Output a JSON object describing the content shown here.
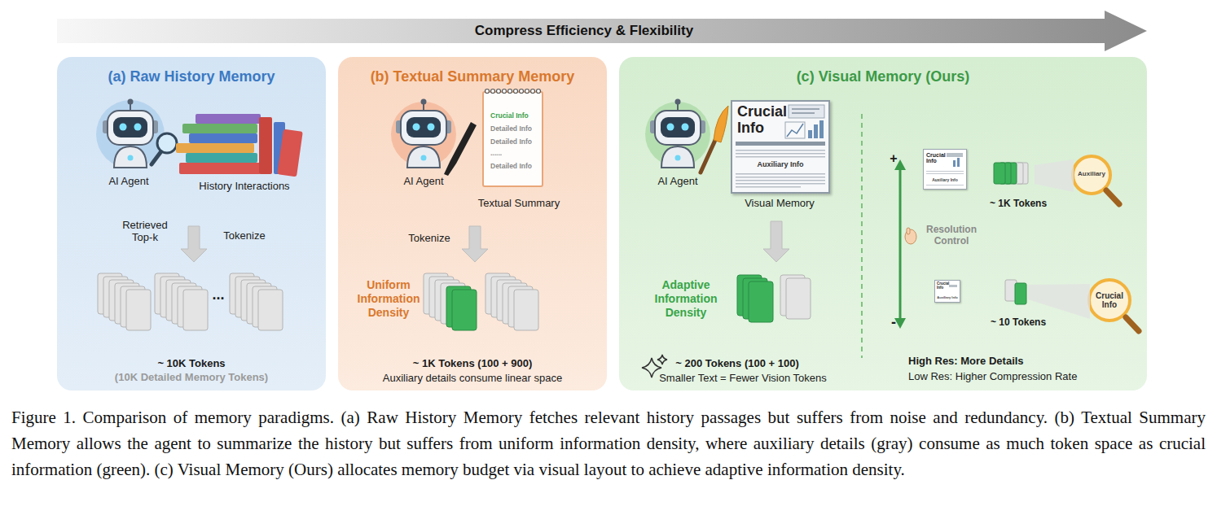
{
  "diagram": {
    "title": "Compress Efficiency & Flexibility",
    "caption": "Figure 1. Comparison of memory paradigms. (a) Raw History Memory fetches relevant history passages but suffers from noise and redundancy. (b) Textual Summary Memory allows the agent to summarize the history but suffers from uniform information density, where auxiliary details (gray) consume as much token space as crucial information (green). (c) Visual Memory (Ours) allocates memory budget via visual layout to achieve adaptive information density.",
    "nodes": [
      {
        "text": [
          "(a) Raw History Memory"
        ]
      },
      {
        "text": [
          "(b) Textual Summary Memory"
        ]
      },
      {
        "text": [
          "(c) Visual Memory (Ours)"
        ]
      },
      {
        "text": [
          "Crucial Info",
          "Detailed Info",
          "Detailed Info",
          "......",
          "Detailed Info"
        ],
        "in": 1
      },
      {
        "text": [
          "Crucial Info",
          "Auxiliary Info"
        ],
        "in": 2
      },
      {
        "text": [
          "Crucial Info",
          "Auxiliary Info"
        ],
        "in": 2
      },
      {
        "text": [
          "Auxiliary"
        ],
        "in": 2
      },
      {
        "text": [
          "Crucial Info",
          "Auxiliary Info"
        ],
        "in": 2
      },
      {
        "text": [
          "Crucial Info"
        ],
        "in": 2
      }
    ],
    "labels": [
      "AI Agent",
      "History Interactions",
      "Retrieved Top-k",
      "Tokenize",
      "...",
      "~ 10K Tokens",
      "(10K Detailed Memory Tokens)",
      "AI Agent",
      "Textual Summary",
      "Tokenize",
      "Uniform Information Density",
      "~ 1K Tokens (100 + 900)",
      "Auxiliary details consume linear space",
      "AI Agent",
      "Visual Memory",
      "Adaptive Information Density",
      "~ 200 Tokens (100 + 100)",
      "Smaller Text = Fewer Vision Tokens",
      "+",
      "-",
      "Resolution Control",
      "~ 1K Tokens",
      "~ 10 Tokens",
      "High Res: More Details",
      "Low Res: Higher Compression Rate"
    ]
  }
}
